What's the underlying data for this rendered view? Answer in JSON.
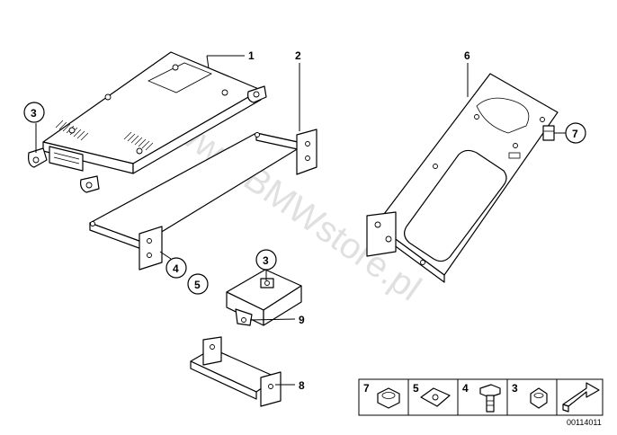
{
  "watermark": "www.BMWstore.pl",
  "document_id": "00114011",
  "callouts": {
    "c1": "1",
    "c2": "2",
    "c3a": "3",
    "c3b": "3",
    "c4": "4",
    "c5": "5",
    "c6": "6",
    "c7": "7",
    "c8": "8",
    "c9": "9"
  },
  "legend": {
    "l7": "7",
    "l5": "5",
    "l4": "4",
    "l3": "3"
  }
}
